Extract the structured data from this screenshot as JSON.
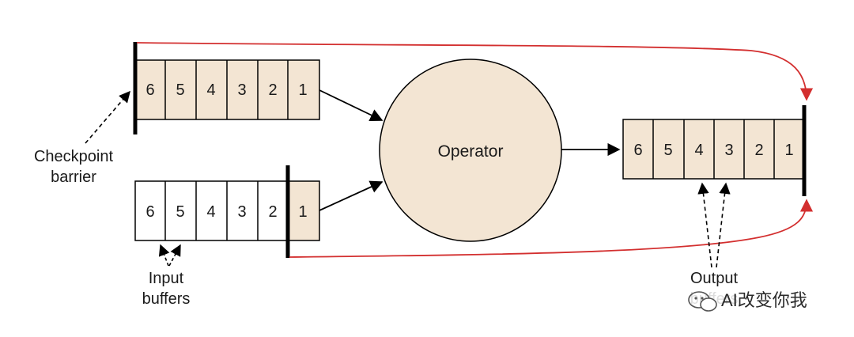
{
  "diagram": {
    "operator_label": "Operator",
    "checkpoint_label_line1": "Checkpoint",
    "checkpoint_label_line2": "barrier",
    "input_label_line1": "Input",
    "input_label_line2": "buffers",
    "output_label_line1": "Output",
    "output_label_line2": "buffers",
    "top_buffer": {
      "cells": [
        "6",
        "5",
        "4",
        "3",
        "2",
        "1"
      ]
    },
    "bottom_buffer": {
      "cells": [
        "6",
        "5",
        "4",
        "3",
        "2",
        "1"
      ]
    },
    "output_buffer": {
      "cells": [
        "6",
        "5",
        "4",
        "3",
        "2",
        "1"
      ]
    },
    "colors": {
      "highlight": "#f3e5d3",
      "stroke": "#000000",
      "barrier_arrow": "#c62828",
      "operator_fill": "#f3e5d3"
    }
  },
  "watermark": {
    "text": "AI改变你我"
  }
}
